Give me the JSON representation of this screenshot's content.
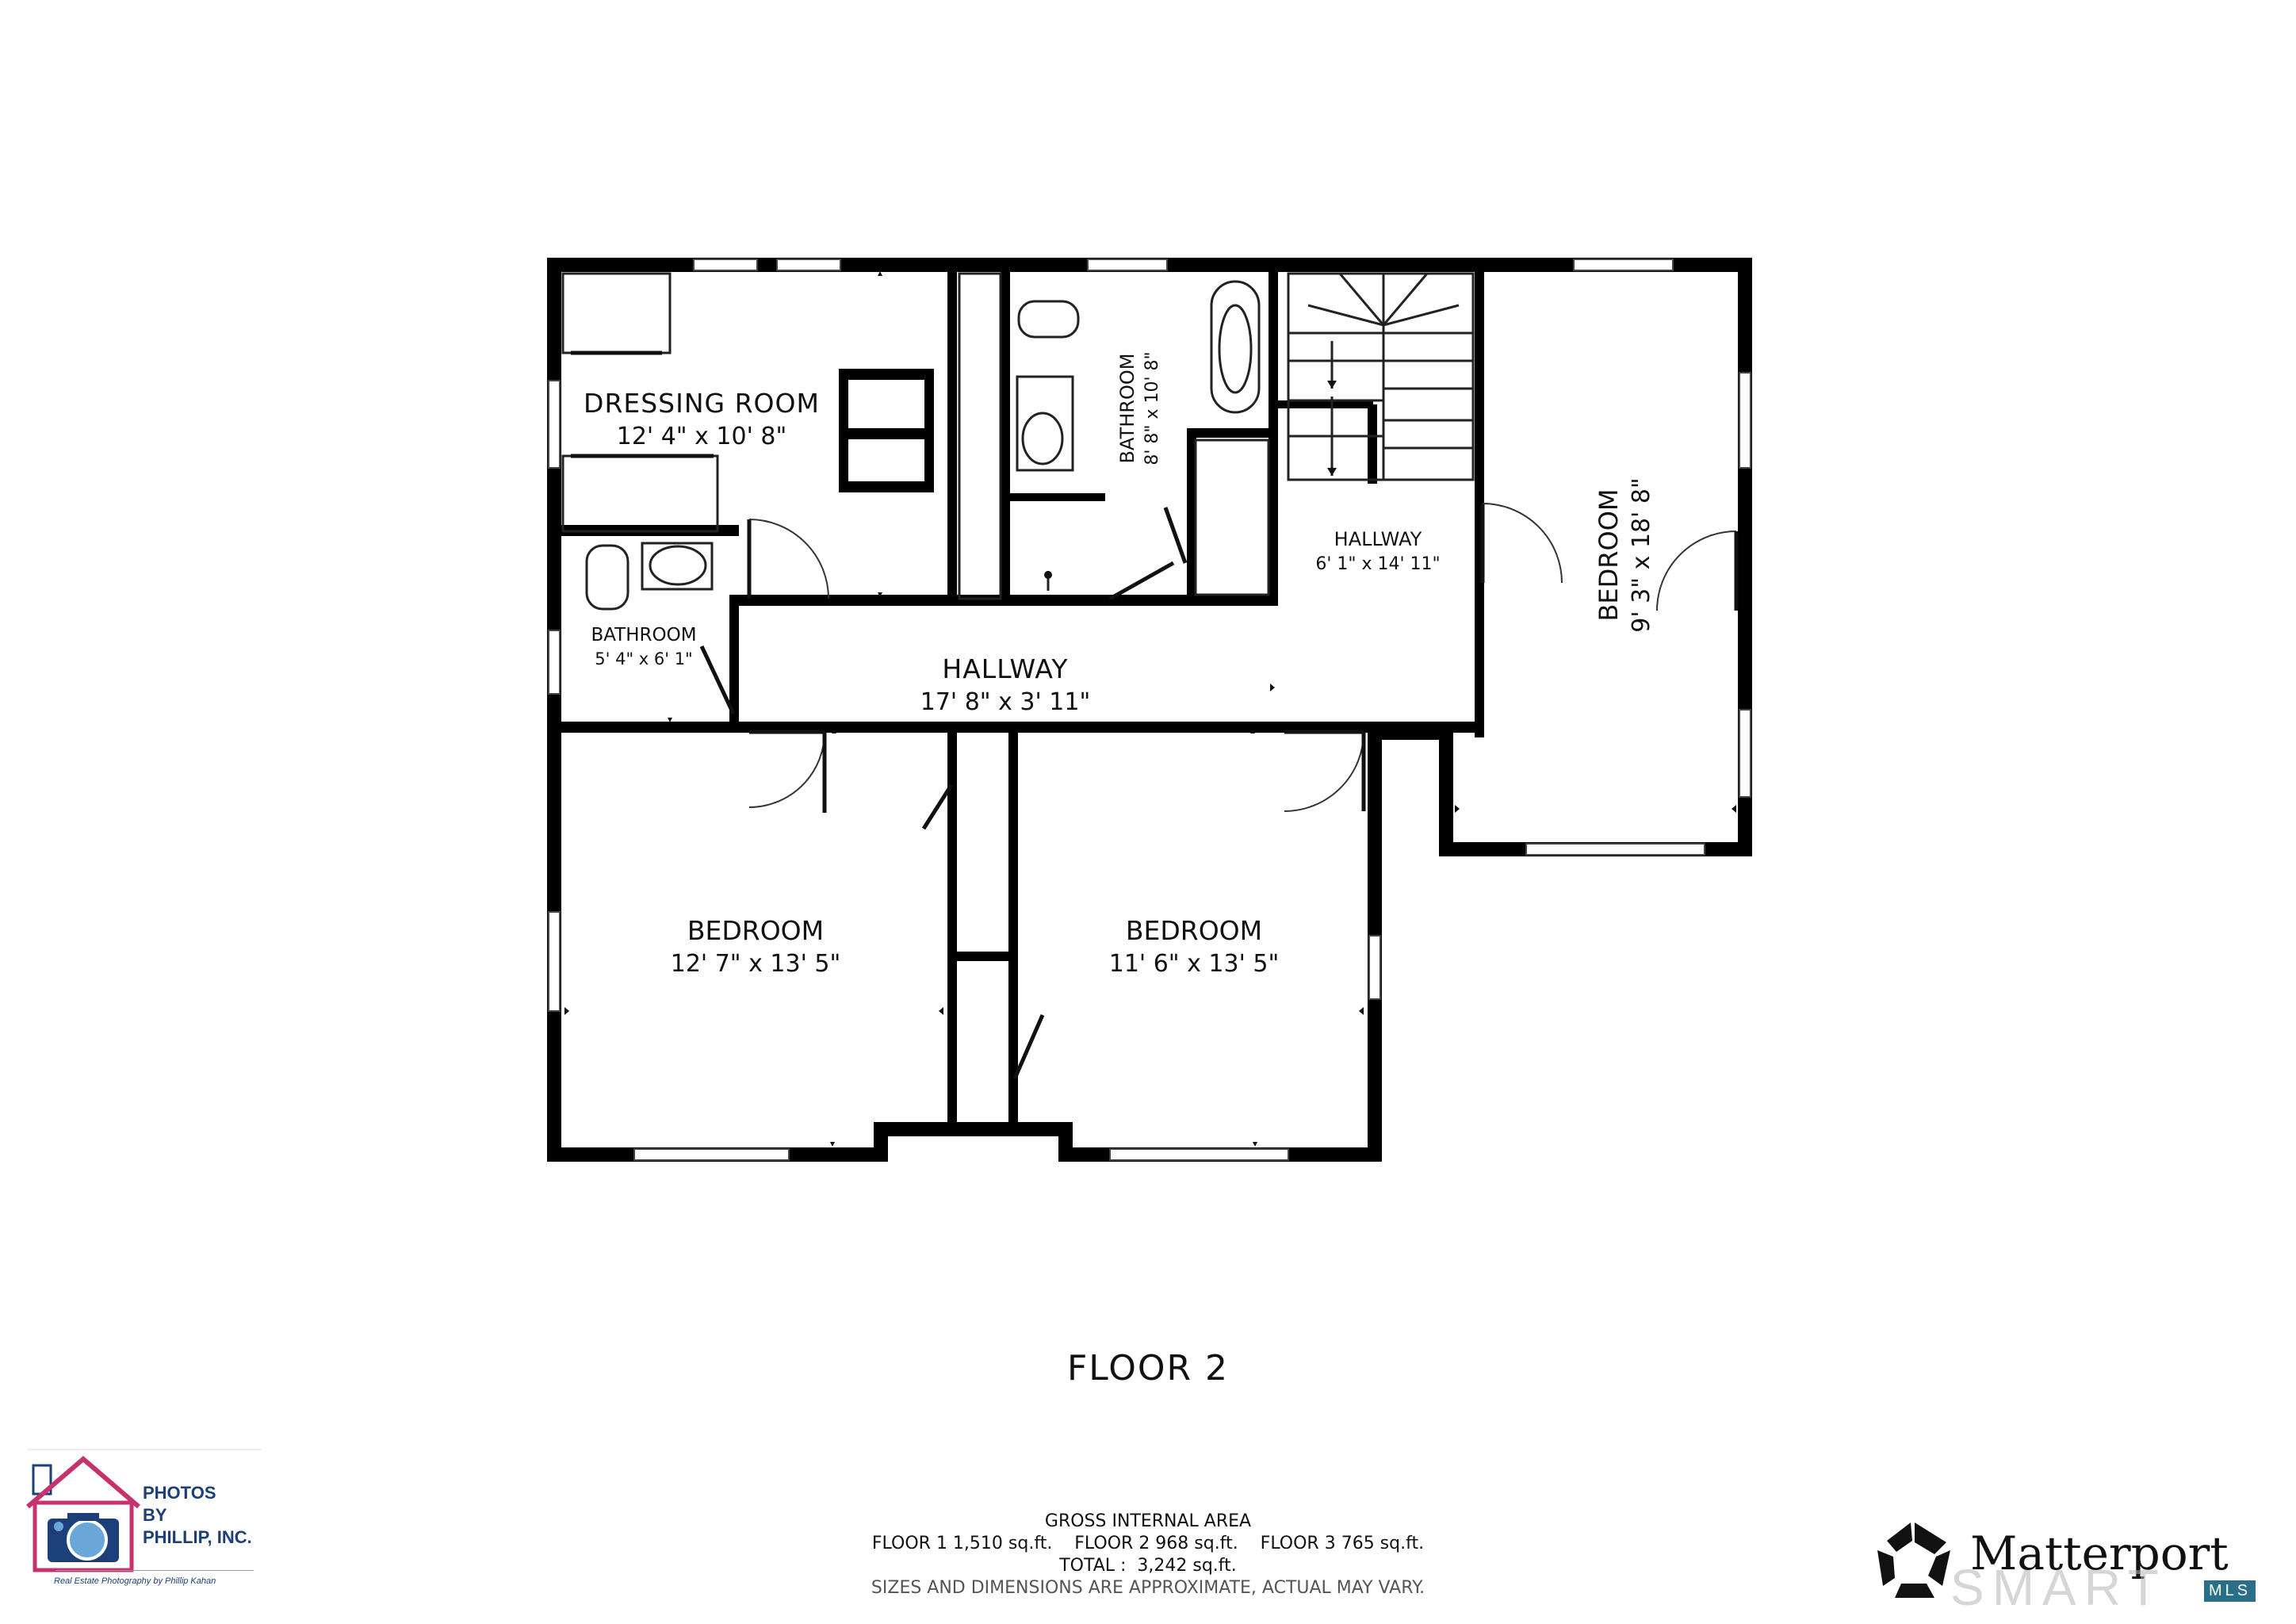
{
  "rooms": {
    "dressing_room": {
      "name": "DRESSING ROOM",
      "size": "12' 4\" x 10' 8\""
    },
    "bathroom_small": {
      "name": "BATHROOM",
      "size": "5' 4\" x 6' 1\""
    },
    "bathroom_main": {
      "name": "BATHROOM",
      "size": "8' 8\" x 10' 8\""
    },
    "hallway_upper": {
      "name": "HALLWAY",
      "size": "6' 1\" x 14' 11\""
    },
    "hallway_main": {
      "name": "HALLWAY",
      "size": "17' 8\" x 3' 11\""
    },
    "bedroom_east": {
      "name": "BEDROOM",
      "size": "9' 3\" x 18' 8\""
    },
    "bedroom_sw": {
      "name": "BEDROOM",
      "size": "12' 7\" x 13' 5\""
    },
    "bedroom_s": {
      "name": "BEDROOM",
      "size": "11' 6\" x 13' 5\""
    }
  },
  "floor_title": "FLOOR 2",
  "area": {
    "heading": "GROSS INTERNAL AREA",
    "floors": "FLOOR 1 1,510 sq.ft.    FLOOR 2 968 sq.ft.    FLOOR 3 765 sq.ft.",
    "total": "TOTAL :  3,242 sq.ft.",
    "note": "SIZES AND DIMENSIONS ARE APPROXIMATE, ACTUAL MAY VARY."
  },
  "branding": {
    "left_logo_line1": "PHOTOS",
    "left_logo_line2": "BY",
    "left_logo_line3": "PHILLIP, INC.",
    "left_logo_tagline": "Real Estate Photography by Phillip Kahan",
    "right_logo_primary": "Matterport",
    "right_logo_secondary": "SMART",
    "right_logo_badge": "MLS"
  },
  "colors": {
    "wall": "#000000",
    "logo_blue": "#1c3f7a",
    "logo_pink": "#c6326e",
    "logo_lightblue": "#6aa7d8"
  }
}
